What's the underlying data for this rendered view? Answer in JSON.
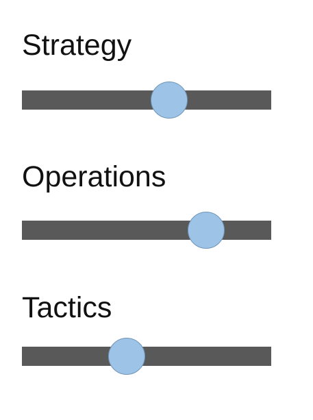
{
  "sliders": [
    {
      "label": "Strategy",
      "value": 0.59,
      "track_color": "#595959",
      "thumb_color": "#9dc3e6"
    },
    {
      "label": "Operations",
      "value": 0.74,
      "track_color": "#595959",
      "thumb_color": "#9dc3e6"
    },
    {
      "label": "Tactics",
      "value": 0.42,
      "track_color": "#595959",
      "thumb_color": "#9dc3e6"
    }
  ]
}
